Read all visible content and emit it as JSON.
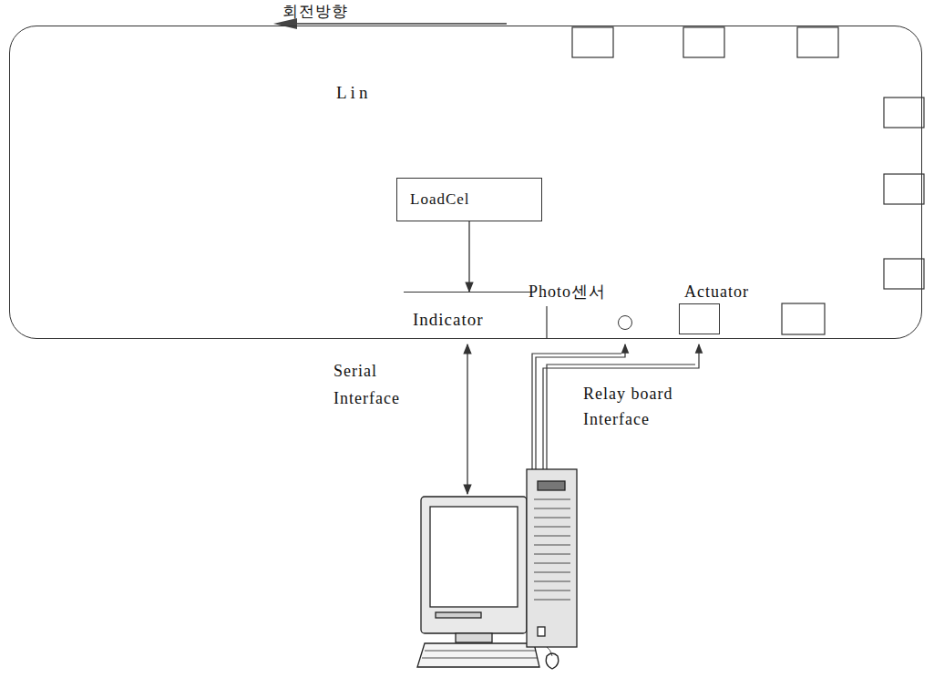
{
  "diagram": {
    "nodes": [
      {
        "text": [
          "Lin"
        ]
      },
      {
        "text": [
          "LoadCel"
        ],
        "in": 0
      },
      {
        "text": [
          "Indicator"
        ],
        "in": 0
      },
      {
        "text": [
          "Photo센서"
        ],
        "in": 0
      },
      {
        "text": [
          "Actuator"
        ],
        "in": 0
      }
    ],
    "edges": [
      {
        "from": 1,
        "to": 2,
        "arrow": "to"
      }
    ],
    "labels": [
      "회전방향",
      "Serial Interface",
      "Relay board Interface"
    ]
  }
}
